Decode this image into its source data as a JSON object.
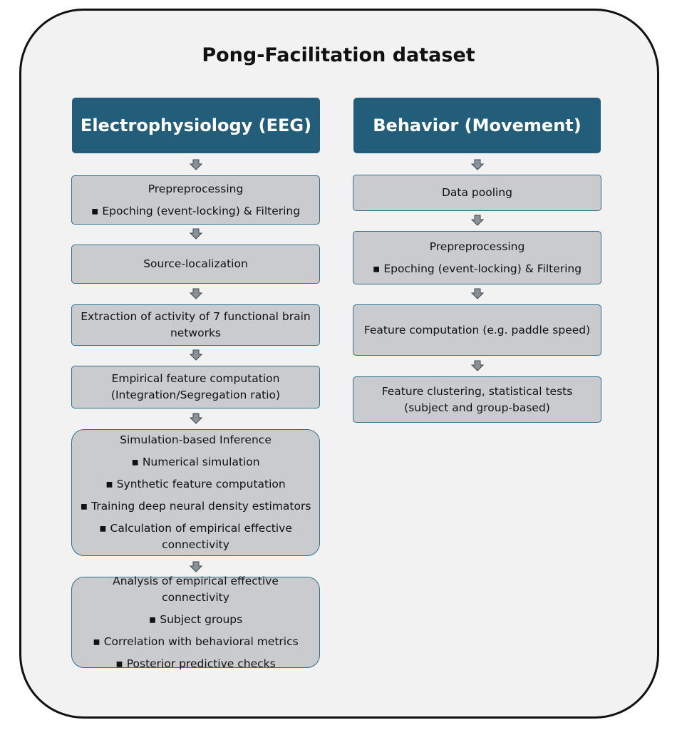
{
  "title": "Pong-Facilitation dataset",
  "left": {
    "header": "Electrophysiology (EEG)",
    "steps": [
      {
        "title": "Prepreprocessing",
        "bullets": [
          "Epoching (event-locking) & Filtering"
        ]
      },
      {
        "title": "Source-localization",
        "bullets": []
      },
      {
        "title": "Extraction of activity of 7 functional brain networks",
        "bullets": []
      },
      {
        "title": "Empirical feature computation (Integration/Segregation ratio)",
        "bullets": []
      },
      {
        "title": "Simulation-based Inference",
        "bullets": [
          "Numerical simulation",
          "Synthetic feature computation",
          "Training deep neural density estimators",
          "Calculation of empirical effective connectivity"
        ]
      },
      {
        "title": "Analysis of empirical effective connectivity",
        "bullets": [
          "Subject groups",
          "Correlation with behavioral metrics",
          "Posterior predictive checks"
        ]
      }
    ]
  },
  "right": {
    "header": "Behavior (Movement)",
    "steps": [
      {
        "title": "Data pooling",
        "bullets": []
      },
      {
        "title": "Prepreprocessing",
        "bullets": [
          "Epoching (event-locking) & Filtering"
        ]
      },
      {
        "title": "Feature computation (e.g. paddle speed)",
        "bullets": []
      },
      {
        "title": "Feature clustering, statistical tests (subject and group-based)",
        "bullets": []
      }
    ]
  },
  "colors": {
    "header_fill": "#225e7a",
    "box_fill": "#c9cbce",
    "box_border": "#2f6f8e",
    "frame_fill": "#f2f2f2"
  }
}
